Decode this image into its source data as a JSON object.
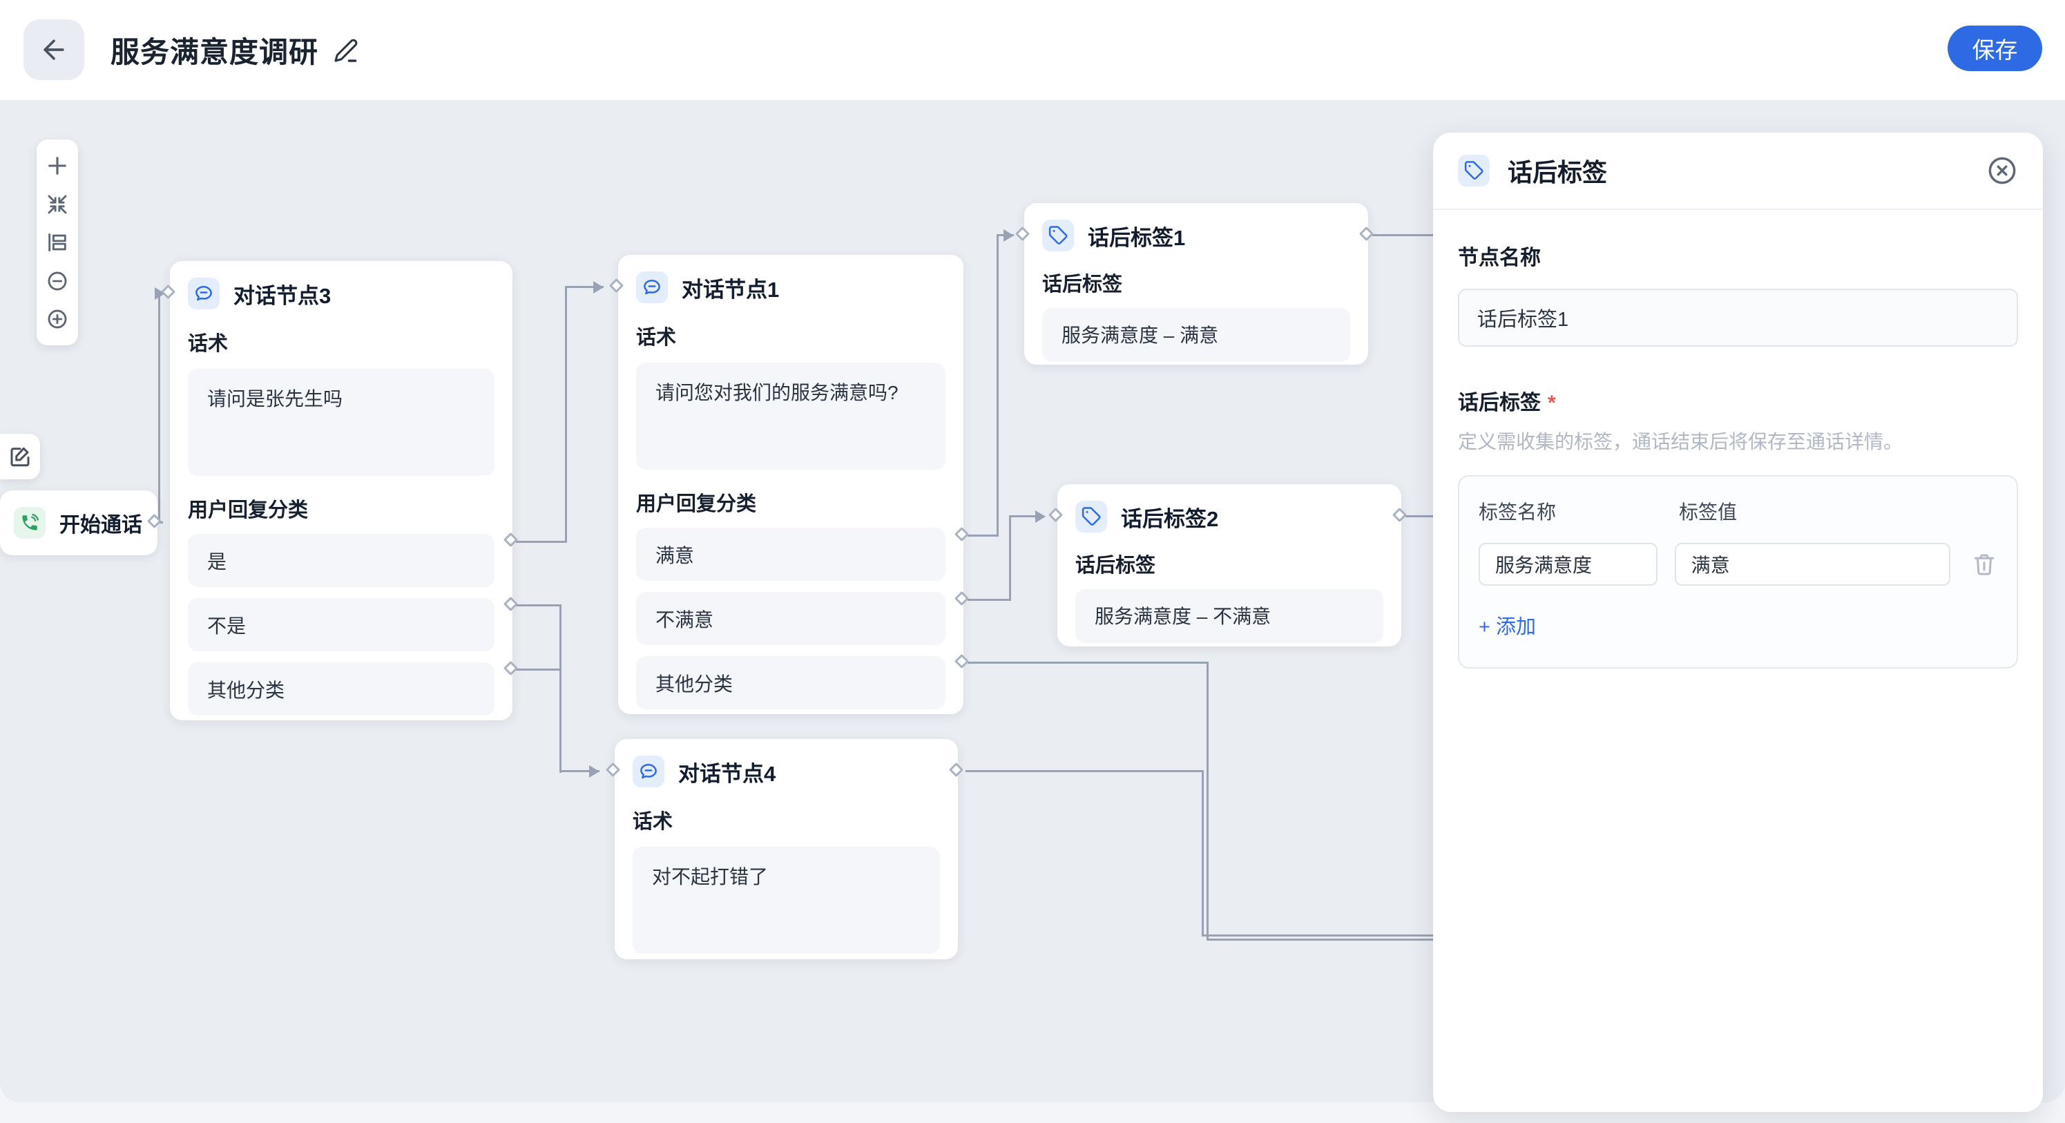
{
  "header": {
    "title": "服务满意度调研",
    "save_label": "保存"
  },
  "canvas": {
    "start_node": {
      "label": "开始通话"
    },
    "node3": {
      "title": "对话节点3",
      "script_label": "话术",
      "script": "请问是张先生吗",
      "branch_label": "用户回复分类",
      "branches": [
        "是",
        "不是",
        "其他分类"
      ]
    },
    "node1": {
      "title": "对话节点1",
      "script_label": "话术",
      "script": "请问您对我们的服务满意吗?",
      "branch_label": "用户回复分类",
      "branches": [
        "满意",
        "不满意",
        "其他分类"
      ]
    },
    "node4": {
      "title": "对话节点4",
      "script_label": "话术",
      "script": "对不起打错了"
    },
    "tag1": {
      "title": "话后标签1",
      "label": "话后标签",
      "value": "服务满意度 – 满意"
    },
    "tag2": {
      "title": "话后标签2",
      "label": "话后标签",
      "value": "服务满意度 – 不满意"
    }
  },
  "panel": {
    "title": "话后标签",
    "node_name_label": "节点名称",
    "node_name_value": "话后标签1",
    "tags_section_label": "话后标签",
    "required_mark": "*",
    "description": "定义需收集的标签，通话结束后将保存至通话详情。",
    "tag_name_label": "标签名称",
    "tag_value_label": "标签值",
    "tag_name_value": "服务满意度",
    "tag_value_value": "满意",
    "add_label": "+ 添加"
  },
  "colors": {
    "accent_blue": "#2e6be4",
    "save_blue": "#2d6ae3",
    "phone_green": "#27a35f",
    "edge_gray": "#98a2b4",
    "required_red": "#e25b4f"
  }
}
